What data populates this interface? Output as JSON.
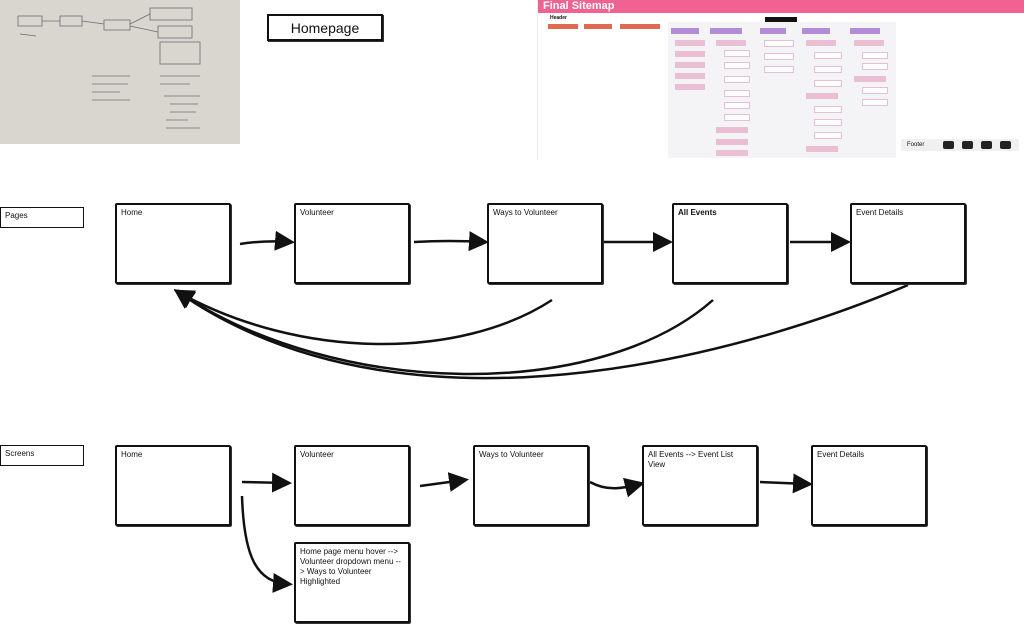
{
  "header_title": "Homepage",
  "sitemap": {
    "title": "Final Sitemap",
    "header_label": "Header",
    "footer_label": "Footer"
  },
  "rows": {
    "pages": {
      "label": "Pages",
      "nodes": [
        "Home",
        "Volunteer",
        "Ways to Volunteer",
        "All Events",
        "Event Details"
      ]
    },
    "screens": {
      "label": "Screens",
      "nodes": [
        "Home",
        "Volunteer",
        "Ways to Volunteer",
        "All Events --> Event List View",
        "Event Details"
      ],
      "branch": "Home page menu hover --> Volunteer dropdown menu --> Ways to Volunteer Highlighted"
    }
  },
  "icons": [
    "twitter-icon",
    "instagram-icon",
    "youtube-icon",
    "linkedin-icon"
  ]
}
